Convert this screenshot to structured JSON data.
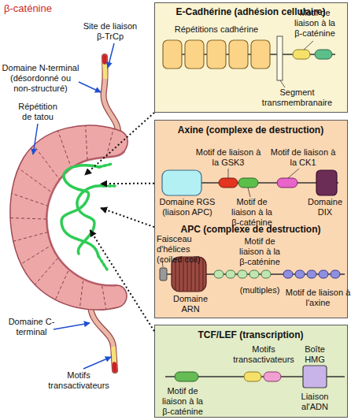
{
  "diagram": {
    "nodes": [
      {
        "text": [
          "β-caténine"
        ]
      },
      {
        "text": [
          "E-Cadhérine (adhésion cellulaire)"
        ]
      },
      {
        "text": [
          "Axine (complexe de destruction)",
          "APC (complexe de destruction)"
        ]
      },
      {
        "text": [
          "TCF/LEF (transcription)"
        ]
      }
    ],
    "edges": [
      {
        "from": 1,
        "to": 0,
        "arrow": "to"
      },
      {
        "from": 2,
        "to": 0,
        "arrow": "to"
      },
      {
        "from": 2,
        "to": 0,
        "arrow": "to"
      },
      {
        "from": 3,
        "to": 0,
        "arrow": "to"
      }
    ],
    "labels": [
      "Site de liaison β-TrCp",
      "Domaine N-terminal (désordonné ou non-structuré)",
      "Répétition de tatou",
      "Domaine C-terminal",
      "Motifs transactivateurs",
      "Répétitions cadhérine",
      "Motif de liaison à la β-caténine",
      "Segment transmembranaire",
      "Motif de liaison à la GSK3",
      "Motif de liaison à la CK1",
      "Motif de liaison à la β-caténine",
      "Domaine RGS (liaison APC)",
      "Domaine DIX",
      "Faisceau d'hélices (coiled coil)",
      "Motif de liaison à la β-caténine",
      "Domaine ARN",
      "(multiples)",
      "Motif de liaison à l'axine",
      "Motifs transactivateurs",
      "Boîte HMG",
      "Motif de liaison à la β-caténine",
      "Liaison al'ADN"
    ]
  }
}
